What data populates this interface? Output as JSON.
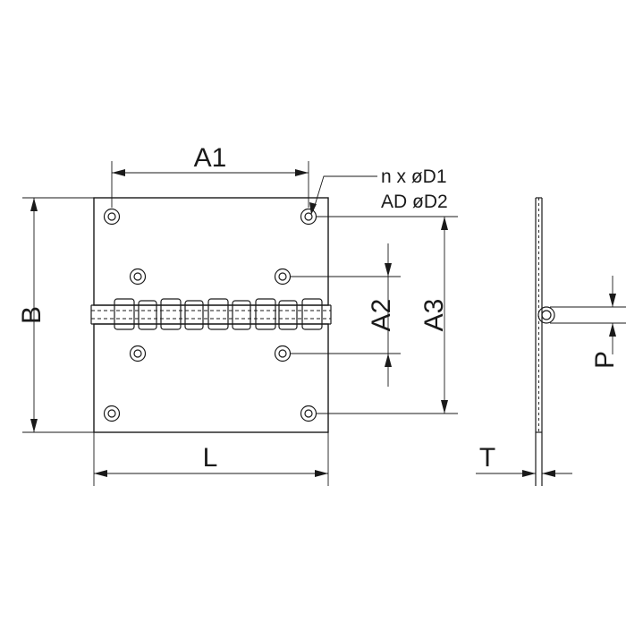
{
  "labels": {
    "a1": "A1",
    "b": "B",
    "l": "L",
    "a2": "A2",
    "a3": "A3",
    "p": "P",
    "t": "T",
    "hole_note_line1": "n x øD1",
    "hole_note_line2": "AD øD2"
  },
  "colors": {
    "line": "#1a1a1a",
    "background": "#ffffff"
  }
}
